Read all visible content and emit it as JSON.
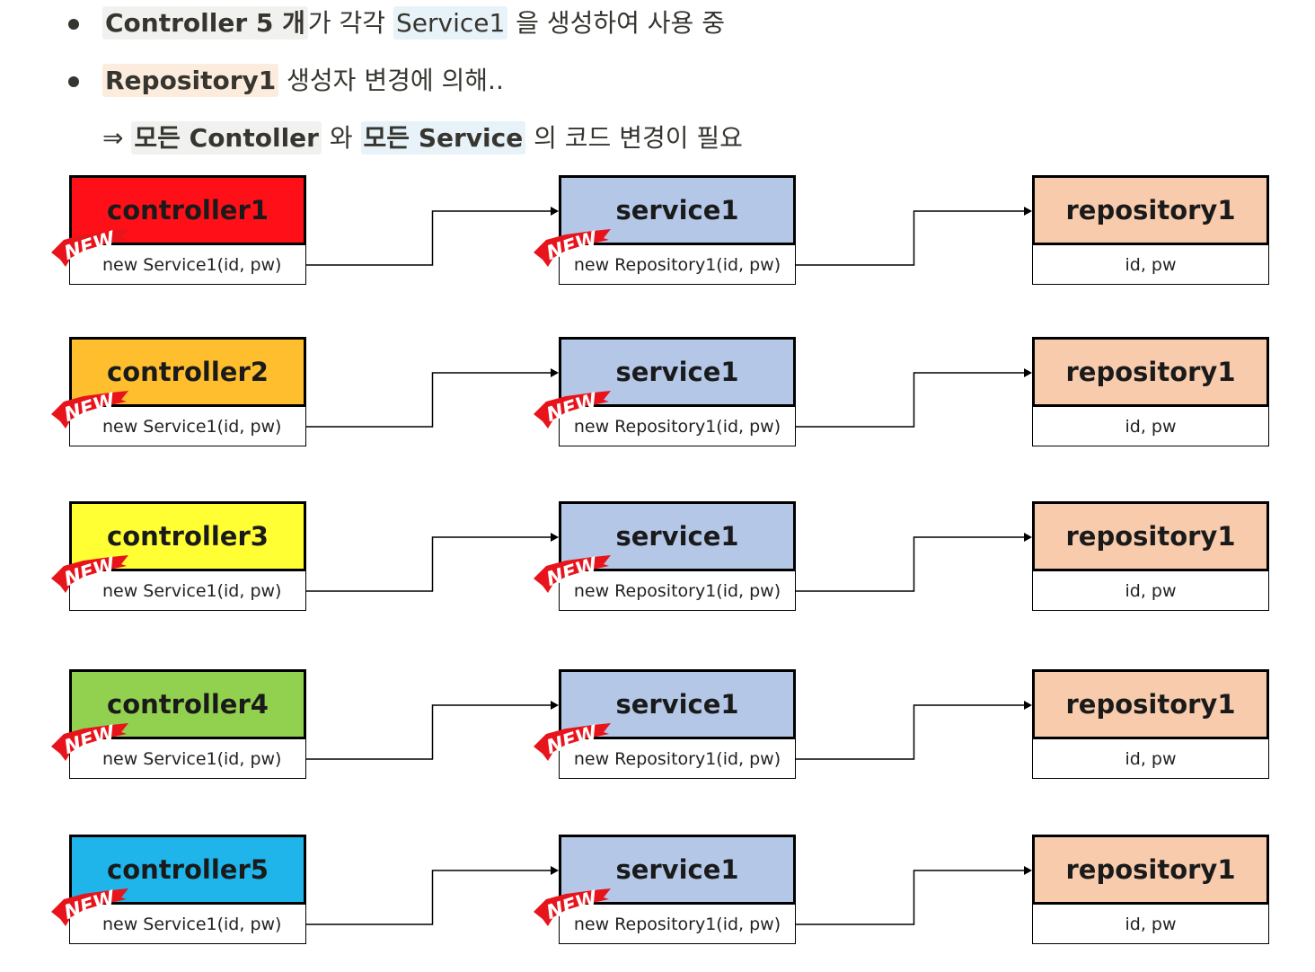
{
  "notes": {
    "line1": {
      "part_a": "Controller 5 개",
      "part_b": "가 각각 ",
      "part_c": "Service1",
      "part_d": " 을 생성하여 사용 중"
    },
    "line2": {
      "part_a": "Repository1",
      "part_b": " 생성자 변경에 의해.."
    },
    "line3": {
      "arrow": "⇒ ",
      "part_a": "모든 Contoller",
      "part_b": " 와 ",
      "part_c": "모든 Service",
      "part_d": " 의 코드 변경이 필요"
    }
  },
  "badge_text": "NEW",
  "rows": [
    {
      "controller": {
        "title": "controller1",
        "body": "new Service1(id, pw)",
        "color": "#ff0f17"
      },
      "service": {
        "title": "service1",
        "body": "new Repository1(id, pw)"
      },
      "repository": {
        "title": "repository1",
        "body": "id, pw"
      }
    },
    {
      "controller": {
        "title": "controller2",
        "body": "new Service1(id, pw)",
        "color": "#ffbe2e"
      },
      "service": {
        "title": "service1",
        "body": "new Repository1(id, pw)"
      },
      "repository": {
        "title": "repository1",
        "body": "id, pw"
      }
    },
    {
      "controller": {
        "title": "controller3",
        "body": "new Service1(id, pw)",
        "color": "#ffff33"
      },
      "service": {
        "title": "service1",
        "body": "new Repository1(id, pw)"
      },
      "repository": {
        "title": "repository1",
        "body": "id, pw"
      }
    },
    {
      "controller": {
        "title": "controller4",
        "body": "new Service1(id, pw)",
        "color": "#92d050"
      },
      "service": {
        "title": "service1",
        "body": "new Repository1(id, pw)"
      },
      "repository": {
        "title": "repository1",
        "body": "id, pw"
      }
    },
    {
      "controller": {
        "title": "controller5",
        "body": "new Service1(id, pw)",
        "color": "#1fb4ea"
      },
      "service": {
        "title": "service1",
        "body": "new Repository1(id, pw)"
      },
      "repository": {
        "title": "repository1",
        "body": "id, pw"
      }
    }
  ],
  "colors": {
    "service": "#b4c7e7",
    "repository": "#f8cbad",
    "badge_red": "#e8141c"
  }
}
